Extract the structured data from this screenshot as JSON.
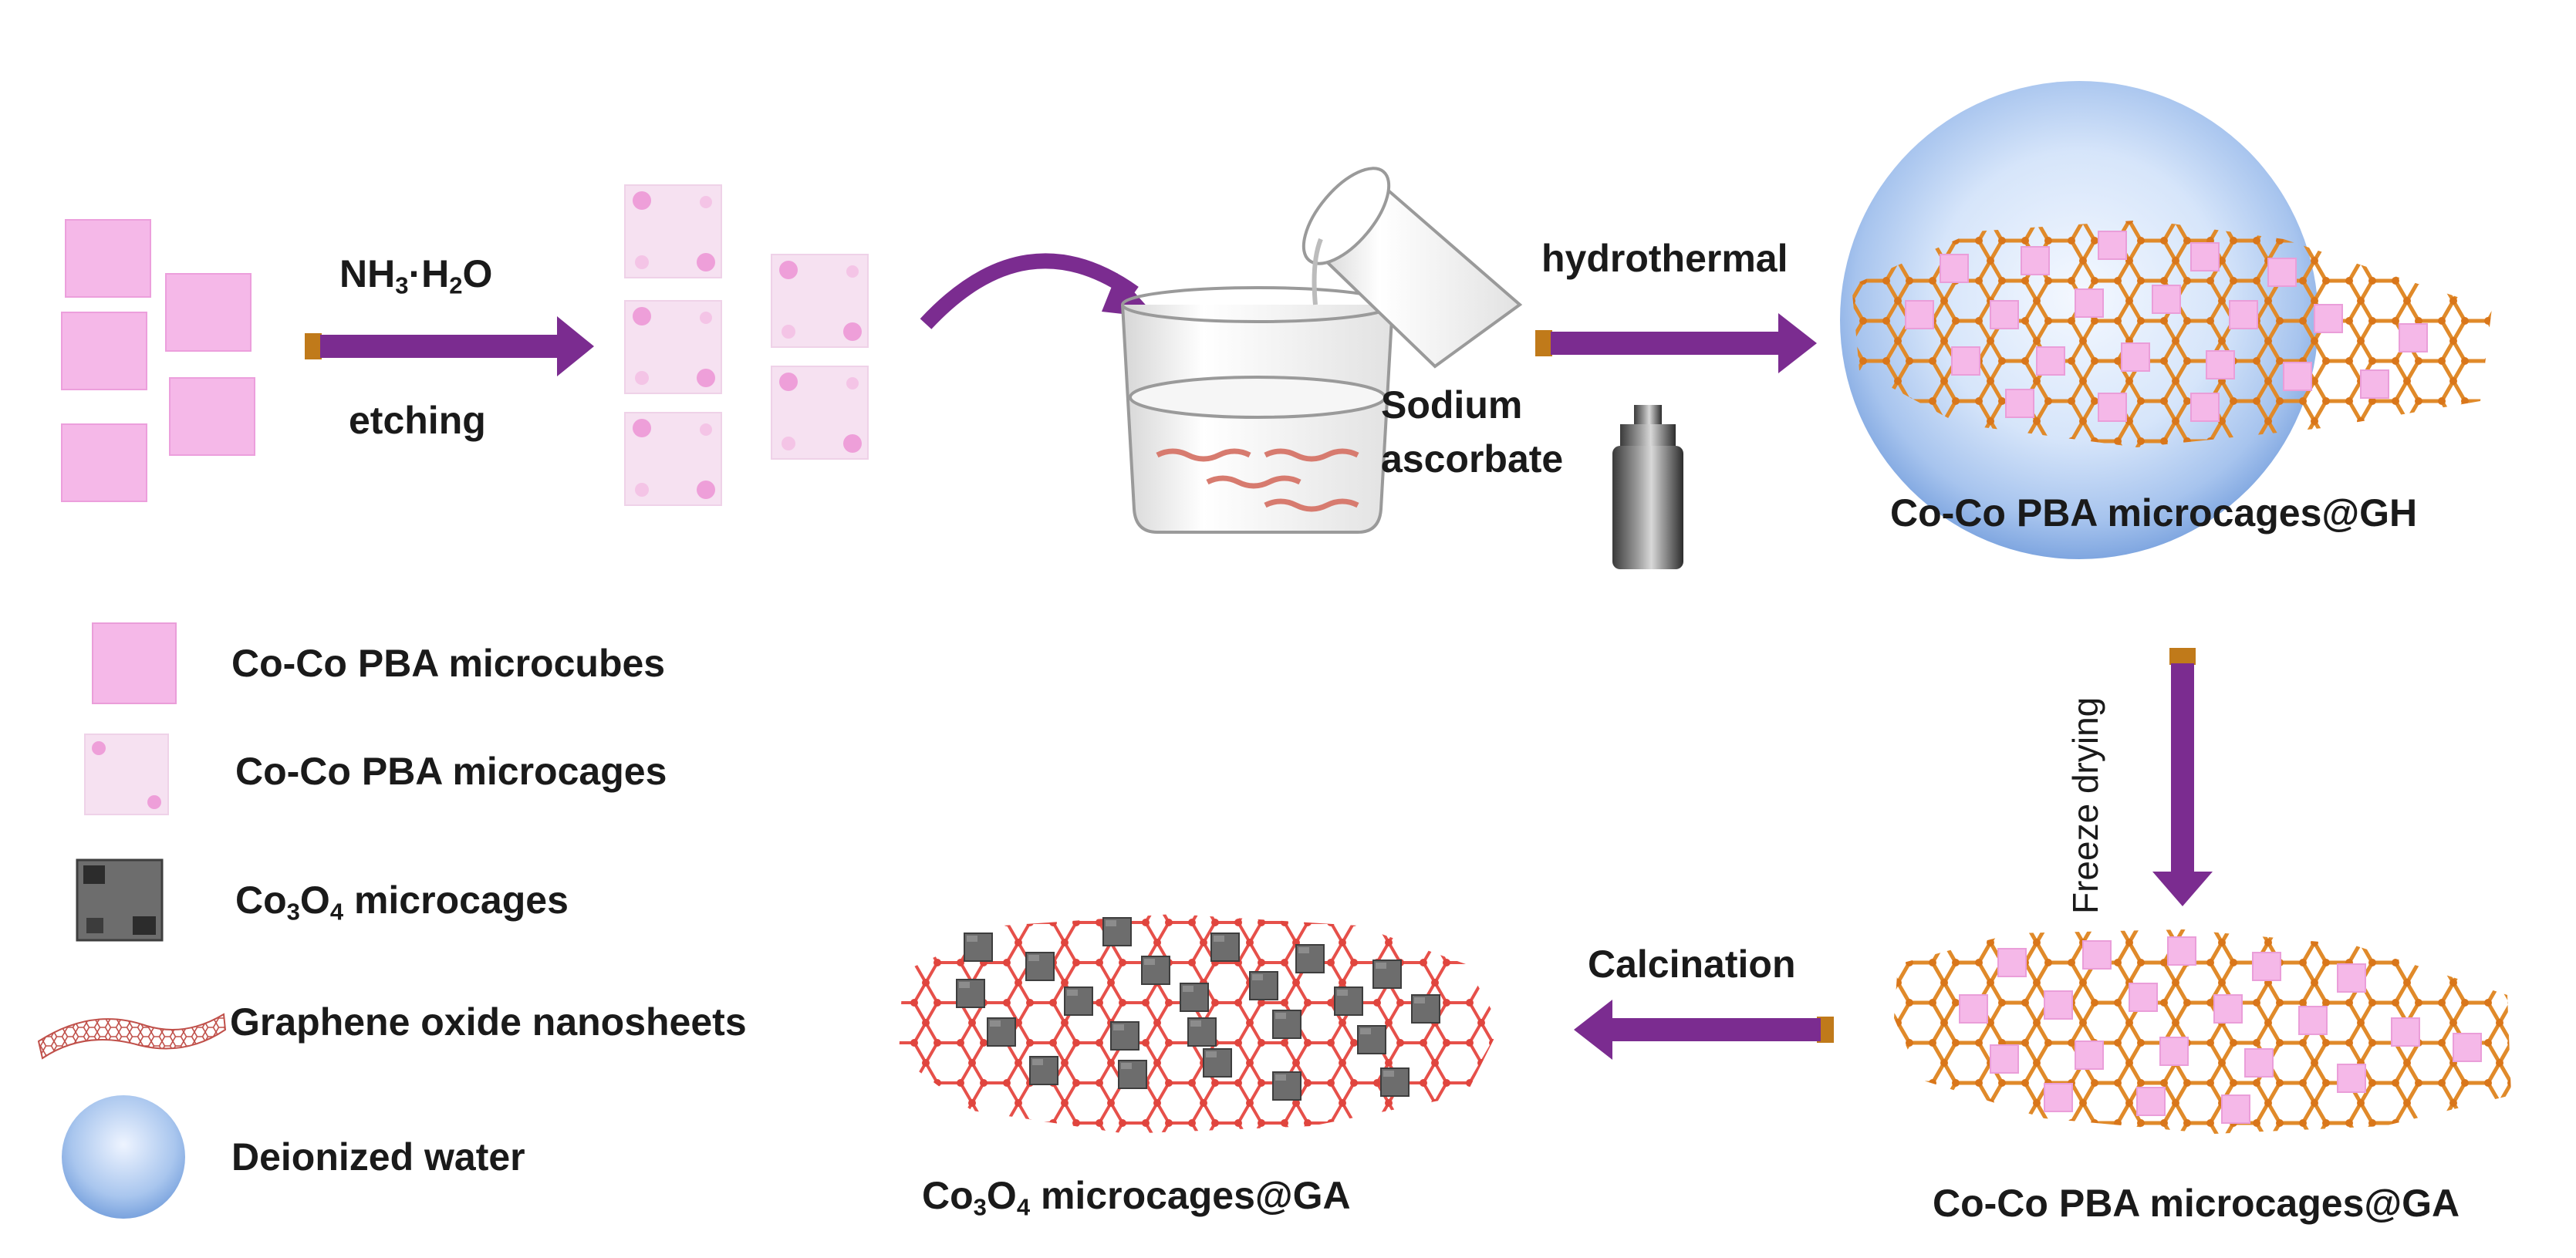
{
  "steps": {
    "etching_reagent": {
      "prefix": "NH",
      "sub1": "3",
      "mid": "·H",
      "sub2": "2",
      "suffix": "O"
    },
    "etching": "etching",
    "hydrothermal": "hydrothermal",
    "sodium_ascorbate_line1": "Sodium",
    "sodium_ascorbate_line2": "ascorbate",
    "freeze_drying": "Freeze drying",
    "calcination": "Calcination"
  },
  "products": {
    "gh": "Co-Co PBA microcages@GH",
    "ga": "Co-Co PBA microcages@GA",
    "co3o4_ga": {
      "prefix": "Co",
      "sub1": "3",
      "mid": "O",
      "sub2": "4",
      "suffix": " microcages@GA"
    }
  },
  "legend": {
    "microcubes": "Co-Co PBA microcubes",
    "microcages": "Co-Co PBA microcages",
    "co3o4": {
      "prefix": "Co",
      "sub1": "3",
      "mid": "O",
      "sub2": "4",
      "suffix": " microcages"
    },
    "go": "Graphene oxide nanosheets",
    "water": "Deionized water"
  },
  "colors": {
    "arrow": "#7b2c90",
    "arrow_tail": "#c07a1a",
    "cube": "#f2b3e6",
    "cage": "#f5dcef",
    "graphene_orange": "#e08a2a",
    "graphene_red": "#e0453e",
    "co3o4": "#6b6b6b",
    "water": "#a9c6ee"
  },
  "icons": [
    "microcube-icon",
    "microcage-icon",
    "co3o4-cage-icon",
    "graphene-sheet-icon",
    "water-sphere-icon",
    "beaker-icon",
    "autoclave-icon",
    "pouring-cup-icon"
  ]
}
